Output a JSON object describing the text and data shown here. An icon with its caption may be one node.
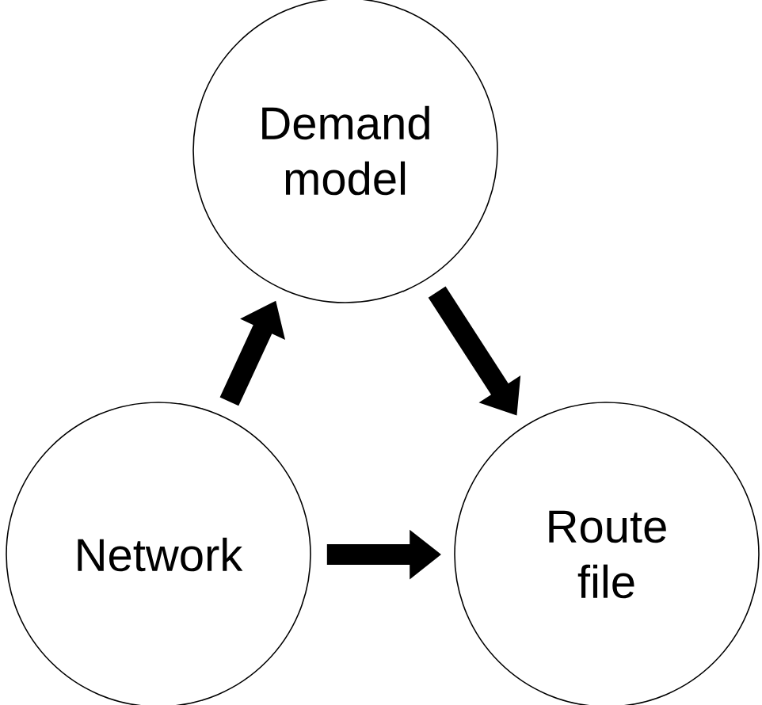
{
  "diagram": {
    "nodes": [
      {
        "text": [
          "Demand model"
        ]
      },
      {
        "text": [
          "Network"
        ]
      },
      {
        "text": [
          "Route file"
        ]
      }
    ],
    "edges": [
      {
        "from": 1,
        "to": 0,
        "arrow": "to"
      },
      {
        "from": 0,
        "to": 2,
        "arrow": "to"
      },
      {
        "from": 1,
        "to": 2,
        "arrow": "to"
      }
    ]
  }
}
